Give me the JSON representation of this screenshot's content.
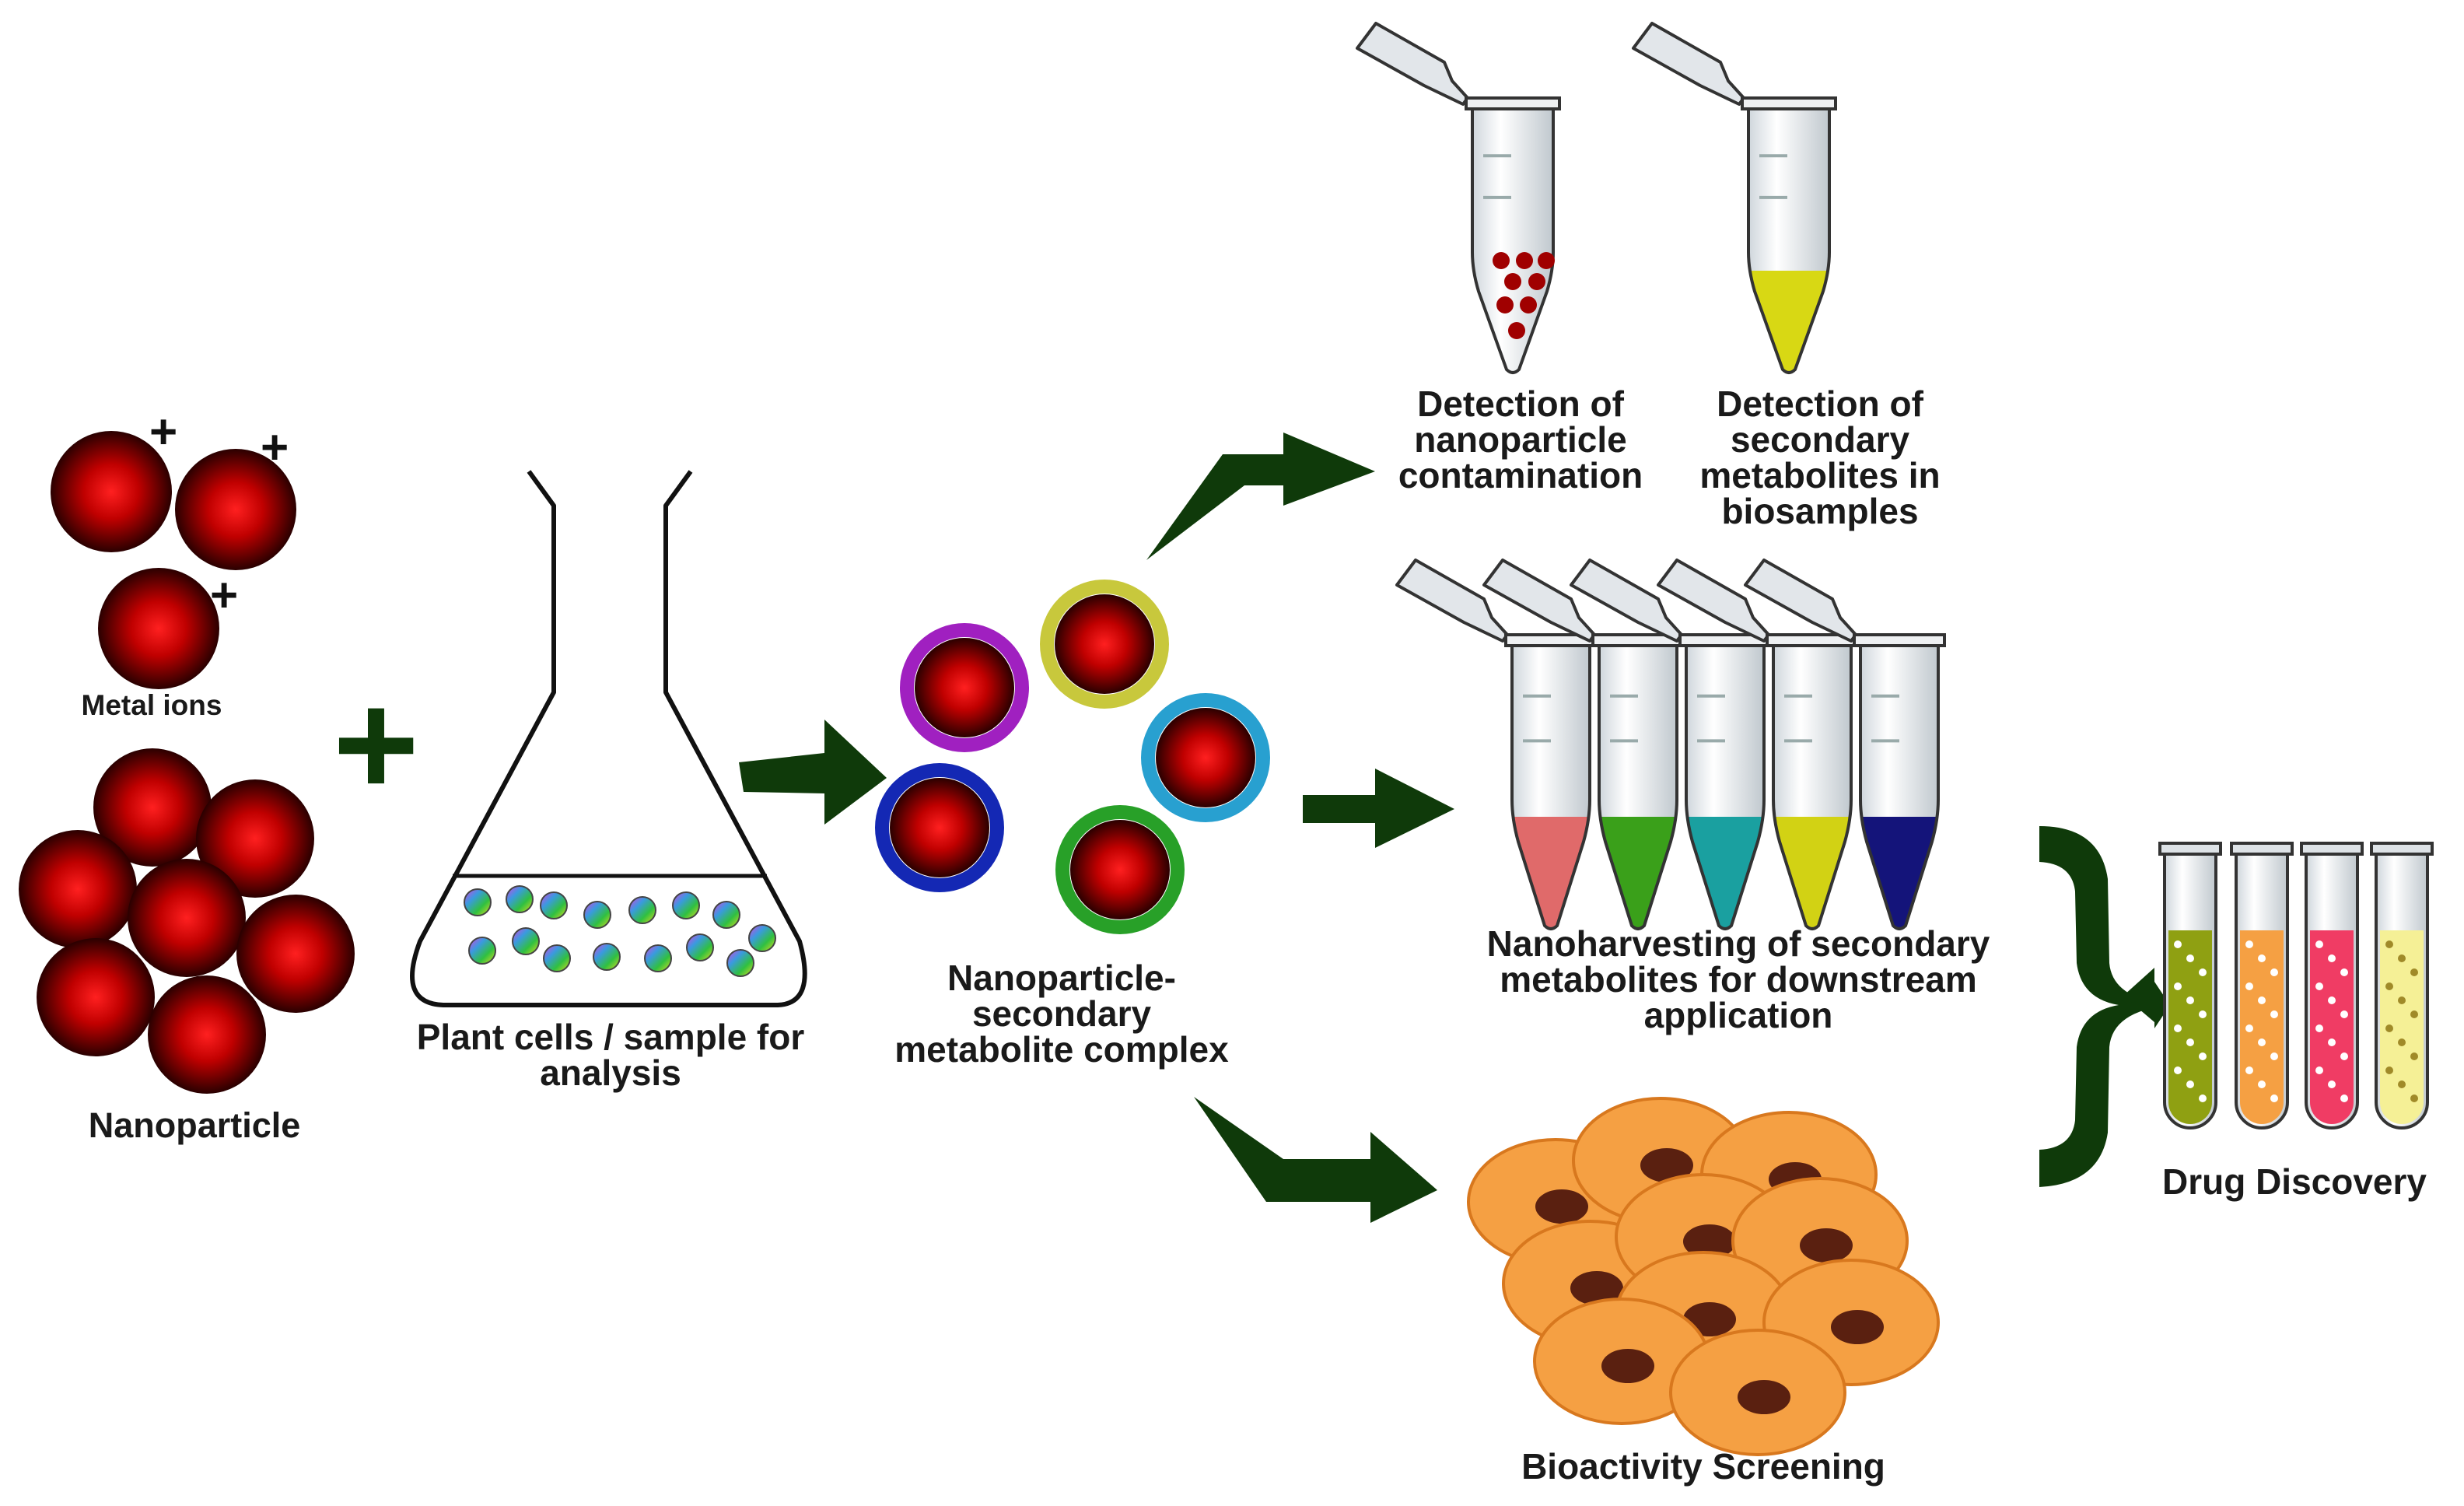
{
  "labels": {
    "metal_ions": "Metal ions",
    "nanoparticle": "Nanoparticle",
    "plant_cells": "Plant cells / sample for\nanalysis",
    "complex": "Nanoparticle-\nsecondary\nmetabolite complex",
    "detect_contamination": "Detection of\nnanoparticle\ncontamination",
    "detect_metabolites": "Detection of\nsecondary\nmetabolites in\nbiosamples",
    "nanoharvesting": "Nanoharvesting of secondary\nmetabolites for downstream\napplication",
    "bioactivity": "Bioactivity Screening",
    "drug_discovery": "Drug Discovery"
  },
  "symbols": {
    "plus": "+",
    "ion_charge": "+"
  },
  "colors": {
    "nanoparticle_core": "#ff1a1a",
    "nanoparticle_edge": "#3a0000",
    "arrow": "#0f3a0a",
    "plus_sign": "#0f3a0a",
    "complex_rings": [
      "#a020c0",
      "#c8c83c",
      "#28a0d0",
      "#1428b4",
      "#28a028"
    ],
    "harvest_liquids": [
      "#e06a6a",
      "#3aa01a",
      "#1aa0a0",
      "#d2d214",
      "#14147a"
    ],
    "metabolite_liquid": "#d8d814",
    "contamination_dots": "#a00000",
    "cells": "#f5a043",
    "cell_nucleus": "#5a2010",
    "drug_tubes": [
      "#8fa012",
      "#f5a043",
      "#f03c64",
      "#f5f096"
    ]
  }
}
